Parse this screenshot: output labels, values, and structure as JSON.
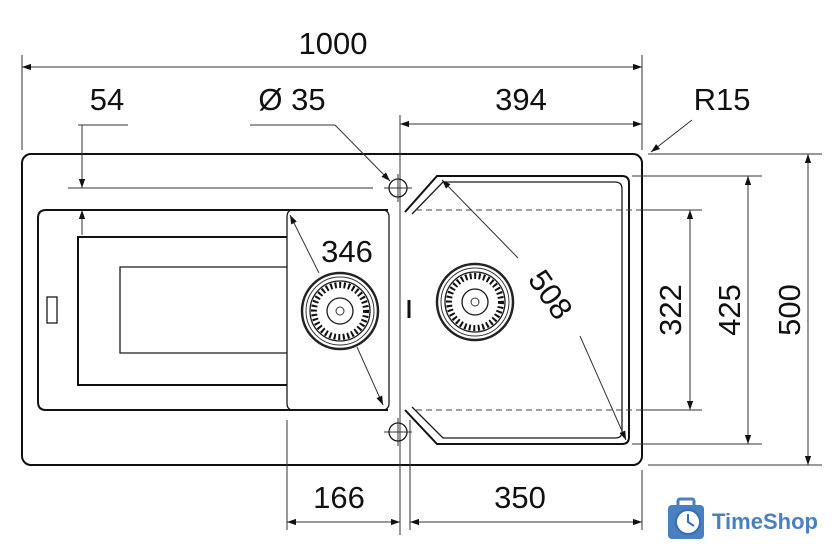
{
  "dimensions": {
    "overall_width": "1000",
    "tap_hole_offset": "54",
    "tap_hole_diameter": "Ø 35",
    "main_bowl_offset": "394",
    "corner_radius": "R15",
    "small_bowl_diagonal": "346",
    "main_bowl_diagonal": "508",
    "bowl_inner_depth": "322",
    "bowl_outer_depth": "425",
    "overall_depth": "500",
    "small_bowl_width": "166",
    "main_bowl_width": "350"
  },
  "logo": {
    "text": "TimeShop",
    "color": "#4a7fc1"
  },
  "colors": {
    "line": "#1a1a1a",
    "background": "#ffffff"
  }
}
